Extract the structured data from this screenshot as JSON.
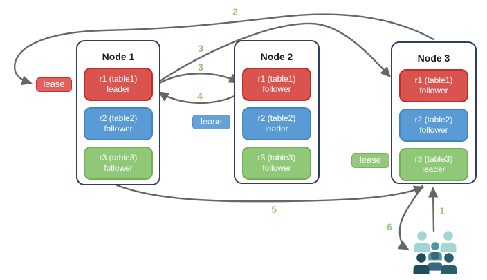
{
  "nodes": [
    {
      "title": "Node 1",
      "replicas": [
        {
          "name": "r1 (table1)",
          "role": "leader"
        },
        {
          "name": "r2 (table2)",
          "role": "follower"
        },
        {
          "name": "r3 (table3)",
          "role": "follower"
        }
      ]
    },
    {
      "title": "Node 2",
      "replicas": [
        {
          "name": "r1 (table1)",
          "role": "follower"
        },
        {
          "name": "r2 (table2)",
          "role": "leader"
        },
        {
          "name": "r3 (table3)",
          "role": "follower"
        }
      ]
    },
    {
      "title": "Node 3",
      "replicas": [
        {
          "name": "r1 (table1)",
          "role": "follower"
        },
        {
          "name": "r2 (table2)",
          "role": "follower"
        },
        {
          "name": "r3 (table3)",
          "role": "leader"
        }
      ]
    }
  ],
  "leases": [
    {
      "label": "lease",
      "color": "#E2615E"
    },
    {
      "label": "lease",
      "color": "#64A2D8"
    },
    {
      "label": "lease",
      "color": "#93C97C"
    }
  ],
  "steps": {
    "s1": "1",
    "s2": "2",
    "s3a": "3",
    "s3b": "3",
    "s4": "4",
    "s5": "5",
    "s6": "6"
  },
  "icons": {
    "users_group": "users-group-icon"
  },
  "colors": {
    "replica_red": "#D9534F",
    "replica_blue": "#5B9BD5",
    "replica_green": "#8FC876",
    "node_border": "#2C3E66",
    "arrow": "#666666",
    "step_number": "#93C47D",
    "users_light": "#A3D4D6",
    "users_medium": "#4E98A2",
    "users_medium_dark": "#3A6B7C",
    "users_dark": "#1D4D5E"
  }
}
